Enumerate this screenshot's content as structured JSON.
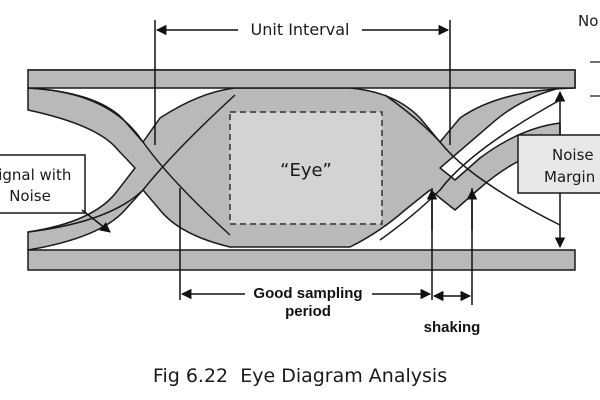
{
  "labels": {
    "unit_interval": "Unit Interval",
    "eye": "“Eye”",
    "signal_line1": "Signal with",
    "signal_line2": "Noise",
    "noise_margin_line1": "Noise",
    "noise_margin_line2": "Margin",
    "good_sampling_line1": "Good sampling",
    "good_sampling_line2": "period",
    "shaking": "shaking",
    "corner_top_right": "No",
    "caption": "Fig 6.22  Eye Diagram Analysis"
  },
  "colors": {
    "signal_band": "#b9b9b9",
    "signal_outline": "#1a1a1a",
    "eye_box_fill": "#d3d3d3",
    "eye_box_border": "#333333",
    "margin_box_fill": "#e8e8e8",
    "arrow": "#111111",
    "text": "#1a1a1a"
  }
}
